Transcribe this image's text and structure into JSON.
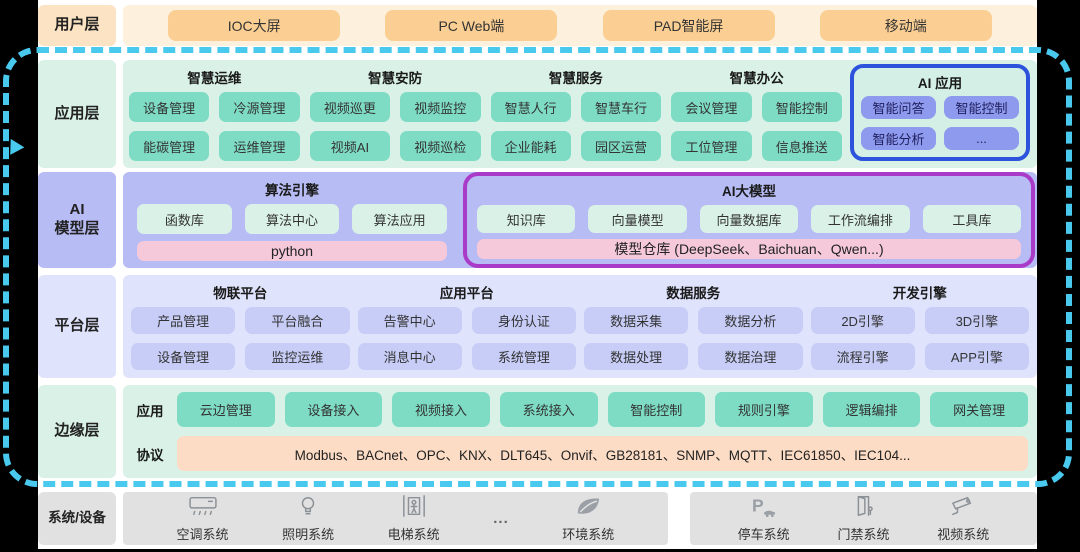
{
  "colors": {
    "dashed_border": "#49c9ed",
    "ai_app_border": "#2d53dd",
    "ai_big_model_border": "#aa3bc8",
    "user_accent": "#fbcf93",
    "teal_accent": "#7edcc5",
    "periwinkle": "#b7bcf4",
    "lavender": "#c7cdf7",
    "pink_bar": "#f5c9da",
    "protocol_bar": "#fcdcc5"
  },
  "user_layer": {
    "label": "用户层",
    "terminals": [
      "IOC大屏",
      "PC Web端",
      "PAD智能屏",
      "移动端"
    ]
  },
  "app_layer": {
    "label": "应用层",
    "groups": [
      {
        "title": "智慧运维",
        "items": [
          "设备管理",
          "冷源管理",
          "能碳管理",
          "运维管理"
        ]
      },
      {
        "title": "智慧安防",
        "items": [
          "视频巡更",
          "视频监控",
          "视频AI",
          "视频巡检"
        ]
      },
      {
        "title": "智慧服务",
        "items": [
          "智慧人行",
          "智慧车行",
          "企业能耗",
          "园区运营"
        ]
      },
      {
        "title": "智慧办公",
        "items": [
          "会议管理",
          "智能控制",
          "工位管理",
          "信息推送"
        ]
      }
    ],
    "ai_app": {
      "title": "AI 应用",
      "items": [
        "智能问答",
        "智能控制",
        "智能分析",
        "..."
      ]
    }
  },
  "ai_model_layer": {
    "label_line1": "AI",
    "label_line2": "模型层",
    "algo_engine": {
      "title": "算法引擎",
      "items": [
        "函数库",
        "算法中心",
        "算法应用"
      ],
      "runtime_bar": "python"
    },
    "ai_big_model": {
      "title": "AI大模型",
      "items": [
        "知识库",
        "向量模型",
        "向量数据库",
        "工作流编排",
        "工具库"
      ],
      "model_repo_bar": "模型仓库 (DeepSeek、Baichuan、Qwen...)"
    }
  },
  "platform_layer": {
    "label": "平台层",
    "groups": [
      {
        "title": "物联平台",
        "items": [
          "产品管理",
          "平台融合",
          "设备管理",
          "监控运维"
        ]
      },
      {
        "title": "应用平台",
        "items": [
          "告警中心",
          "身份认证",
          "消息中心",
          "系统管理"
        ]
      },
      {
        "title": "数据服务",
        "items": [
          "数据采集",
          "数据分析",
          "数据处理",
          "数据治理"
        ]
      },
      {
        "title": "开发引擎",
        "items": [
          "2D引擎",
          "3D引擎",
          "流程引擎",
          "APP引擎"
        ]
      }
    ]
  },
  "edge_layer": {
    "label": "边缘层",
    "app_row_label": "应用",
    "app_items": [
      "云边管理",
      "设备接入",
      "视频接入",
      "系统接入",
      "智能控制",
      "规则引擎",
      "逻辑编排",
      "网关管理"
    ],
    "protocol_row_label": "协议",
    "protocols": "Modbus、BACnet、OPC、KNX、DLT645、Onvif、GB28181、SNMP、MQTT、IEC61850、IEC104..."
  },
  "device_layer": {
    "label": "系统/设备",
    "group1": [
      {
        "icon": "ac-icon",
        "name": "空调系统"
      },
      {
        "icon": "bulb-icon",
        "name": "照明系统"
      },
      {
        "icon": "elevator-icon",
        "name": "电梯系统"
      },
      {
        "icon": "ellipsis-icon",
        "name": "..."
      },
      {
        "icon": "leaf-icon",
        "name": "环境系统"
      }
    ],
    "group2": [
      {
        "icon": "parking-icon",
        "name": "停车系统"
      },
      {
        "icon": "door-icon",
        "name": "门禁系统"
      },
      {
        "icon": "camera-icon",
        "name": "视频系统"
      }
    ]
  }
}
